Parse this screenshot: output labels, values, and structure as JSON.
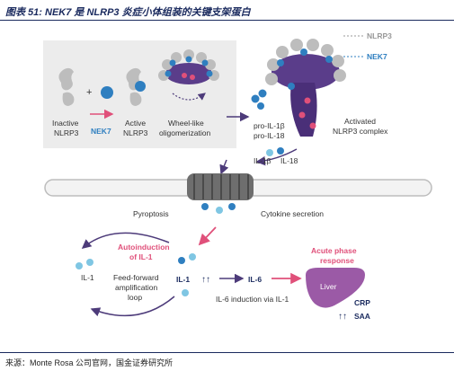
{
  "header": {
    "title": "图表 51: NEK7 是 NLRP3 炎症小体组装的关键支架蛋白"
  },
  "footer": {
    "source": "来源：Monte Rosa 公司官网，国金证券研究所"
  },
  "diagram": {
    "inactive": "Inactive",
    "nlrp3_a": "NLRP3",
    "nek7_arrow": "NEK7",
    "active": "Active",
    "nlrp3_b": "NLRP3",
    "wheel1": "Wheel-like",
    "wheel2": "oligomerization",
    "legend_nlrp3": "NLRP3",
    "legend_nek7": "NEK7",
    "activated1": "Activated",
    "activated2": "NLRP3 complex",
    "pro_il1b": "pro-IL-1β",
    "pro_il18": "pro-IL-18",
    "il1b": "IL-1β",
    "il18": "IL-18",
    "pyroptosis": "Pyroptosis",
    "cytokine": "Cytokine secretion",
    "autoinduction1": "Autoinduction",
    "autoinduction2": "of IL-1",
    "il1_left": "IL-1",
    "ff1": "Feed-forward",
    "ff2": "amplification",
    "ff3": "loop",
    "il1_mid": "IL-1",
    "il6": "IL-6",
    "il6_induction": "IL-6 induction via IL-1",
    "acute1": "Acute phase",
    "acute2": "response",
    "liver": "Liver",
    "crp": "CRP",
    "saa": "SAA",
    "colors": {
      "nek7_blue": "#2f7fc0",
      "nlrp3_gray": "#bdbdbd",
      "accent_pink": "#e0507a",
      "core_purple": "#5a3d8a",
      "liver_purple": "#9b5aa6",
      "arrow_purple": "#4d3b7a"
    }
  }
}
